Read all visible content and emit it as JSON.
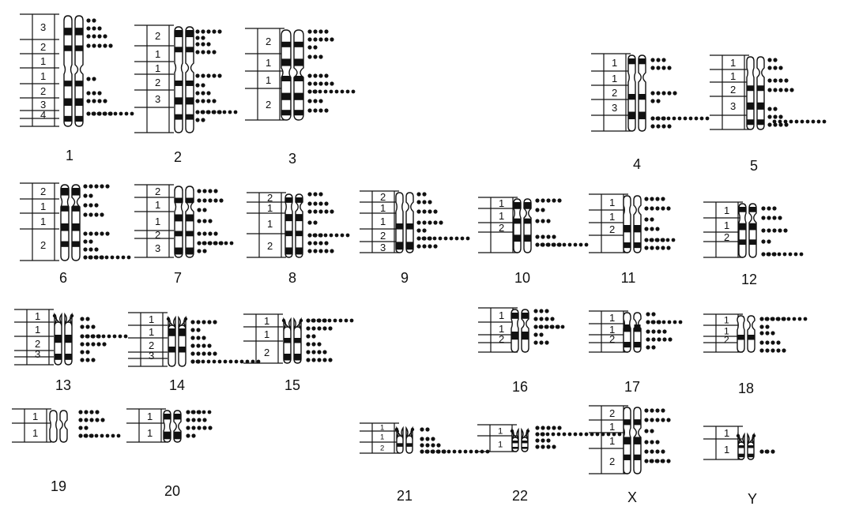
{
  "figure": {
    "ink_color": "#111111",
    "background": "#ffffff",
    "chromosomes": [
      {
        "label": "1",
        "arm_regions": [
          "3",
          "2",
          "1",
          "1",
          "2",
          "3",
          "4"
        ],
        "icon": "chromosome-metacentric-large"
      },
      {
        "label": "2",
        "arm_regions": [
          "2",
          "1",
          "1",
          "2",
          "3"
        ],
        "icon": "chromosome-submetacentric"
      },
      {
        "label": "3",
        "arm_regions": [
          "2",
          "1",
          "1",
          "2"
        ],
        "icon": "chromosome-metacentric"
      },
      {
        "label": "4",
        "arm_regions": [
          "1",
          "1",
          "2",
          "3"
        ],
        "icon": "chromosome-submetacentric"
      },
      {
        "label": "5",
        "arm_regions": [
          "1",
          "1",
          "2",
          "3"
        ],
        "icon": "chromosome-submetacentric"
      },
      {
        "label": "6",
        "arm_regions": [
          "2",
          "1",
          "1",
          "2"
        ],
        "icon": "chromosome-submetacentric"
      },
      {
        "label": "7",
        "arm_regions": [
          "2",
          "1",
          "1",
          "2",
          "3"
        ],
        "icon": "chromosome-submetacentric"
      },
      {
        "label": "8",
        "arm_regions": [
          "2",
          "1",
          "1",
          "2"
        ],
        "icon": "chromosome-submetacentric"
      },
      {
        "label": "9",
        "arm_regions": [
          "2",
          "1",
          "1",
          "2",
          "3"
        ],
        "icon": "chromosome-submetacentric"
      },
      {
        "label": "10",
        "arm_regions": [
          "1",
          "1",
          "2"
        ],
        "icon": "chromosome-submetacentric"
      },
      {
        "label": "11",
        "arm_regions": [
          "1",
          "1",
          "2"
        ],
        "icon": "chromosome-submetacentric"
      },
      {
        "label": "12",
        "arm_regions": [
          "1",
          "1",
          "2"
        ],
        "icon": "chromosome-submetacentric"
      },
      {
        "label": "13",
        "arm_regions": [
          "1",
          "1",
          "2",
          "3"
        ],
        "icon": "chromosome-acrocentric"
      },
      {
        "label": "14",
        "arm_regions": [
          "1",
          "1",
          "2",
          "3"
        ],
        "icon": "chromosome-acrocentric"
      },
      {
        "label": "15",
        "arm_regions": [
          "1",
          "1",
          "2"
        ],
        "icon": "chromosome-acrocentric"
      },
      {
        "label": "16",
        "arm_regions": [
          "1",
          "1",
          "2"
        ],
        "icon": "chromosome-metacentric-small"
      },
      {
        "label": "17",
        "arm_regions": [
          "1",
          "1",
          "2"
        ],
        "icon": "chromosome-submetacentric-small"
      },
      {
        "label": "18",
        "arm_regions": [
          "1",
          "1",
          "2"
        ],
        "icon": "chromosome-submetacentric-small"
      },
      {
        "label": "19",
        "arm_regions": [
          "1",
          "1"
        ],
        "icon": "chromosome-metacentric-small"
      },
      {
        "label": "20",
        "arm_regions": [
          "1",
          "1"
        ],
        "icon": "chromosome-metacentric-small"
      },
      {
        "label": "21",
        "arm_regions": [
          "1",
          "1",
          "2"
        ],
        "icon": "chromosome-acrocentric-small"
      },
      {
        "label": "22",
        "arm_regions": [
          "1",
          "1"
        ],
        "icon": "chromosome-acrocentric-small"
      },
      {
        "label": "X",
        "arm_regions": [
          "2",
          "1",
          "1",
          "2"
        ],
        "icon": "chromosome-submetacentric"
      },
      {
        "label": "Y",
        "arm_regions": [
          "1",
          "1"
        ],
        "icon": "chromosome-acrocentric-small"
      }
    ]
  }
}
